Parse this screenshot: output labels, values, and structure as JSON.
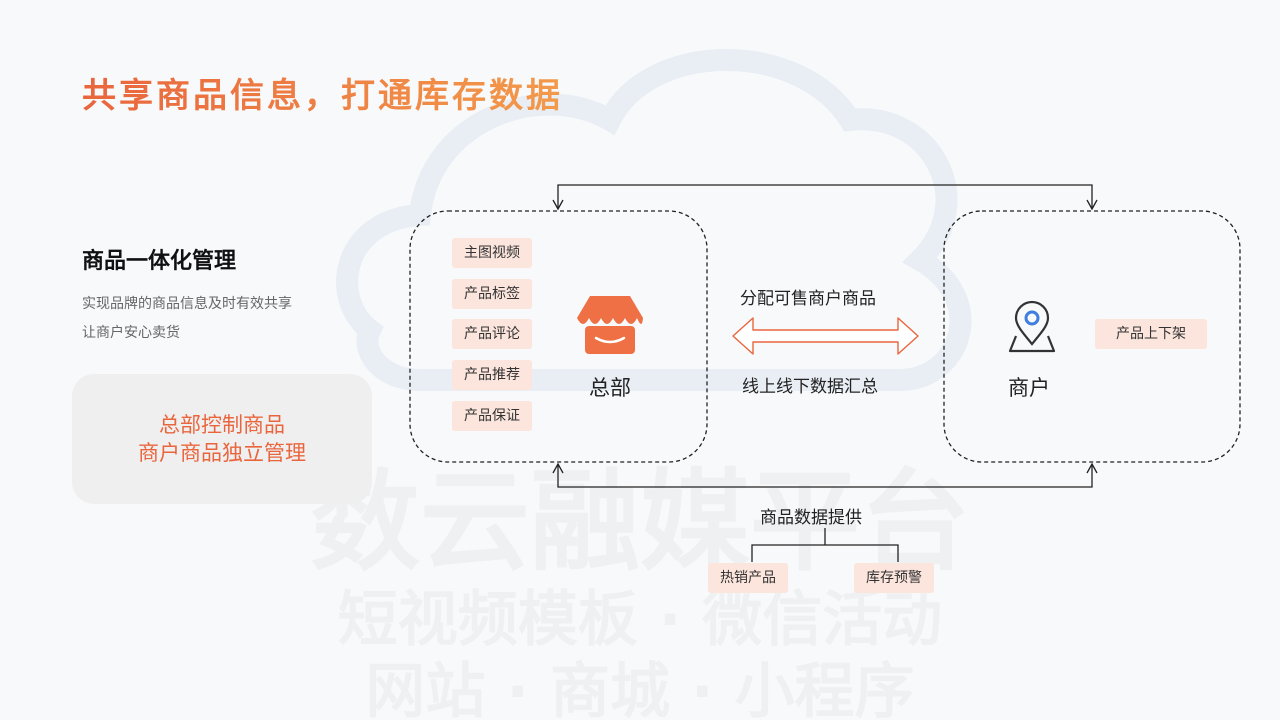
{
  "title": "共享商品信息，打通库存数据",
  "left": {
    "heading": "商品一体化管理",
    "desc_lines": [
      "实现品牌的商品信息及时有效共享",
      "让商户安心卖货"
    ],
    "highlight_lines": [
      "总部控制商品",
      "商户商品独立管理"
    ]
  },
  "hq": {
    "label": "总部",
    "icon": "store-icon",
    "tags": [
      "主图视频",
      "产品标签",
      "产品评论",
      "产品推荐",
      "产品保证"
    ]
  },
  "merchant": {
    "label": "商户",
    "icon": "location-pin-icon",
    "tag": "产品上下架"
  },
  "middle": {
    "top_label": "分配可售商户商品",
    "bottom_label": "线上线下数据汇总"
  },
  "bottom": {
    "label": "商品数据提供",
    "tags": [
      "热销产品",
      "库存预警"
    ]
  },
  "watermark": {
    "line1": "数云融媒平台",
    "line2": "短视频模板 · 微信活动",
    "line3": "网站 · 商城 · 小程序"
  },
  "colors": {
    "accent": "#e9663d",
    "accent_light": "#f39a4a",
    "tag_bg": "#fbe5dd",
    "pin_blue": "#3d7ee0"
  }
}
